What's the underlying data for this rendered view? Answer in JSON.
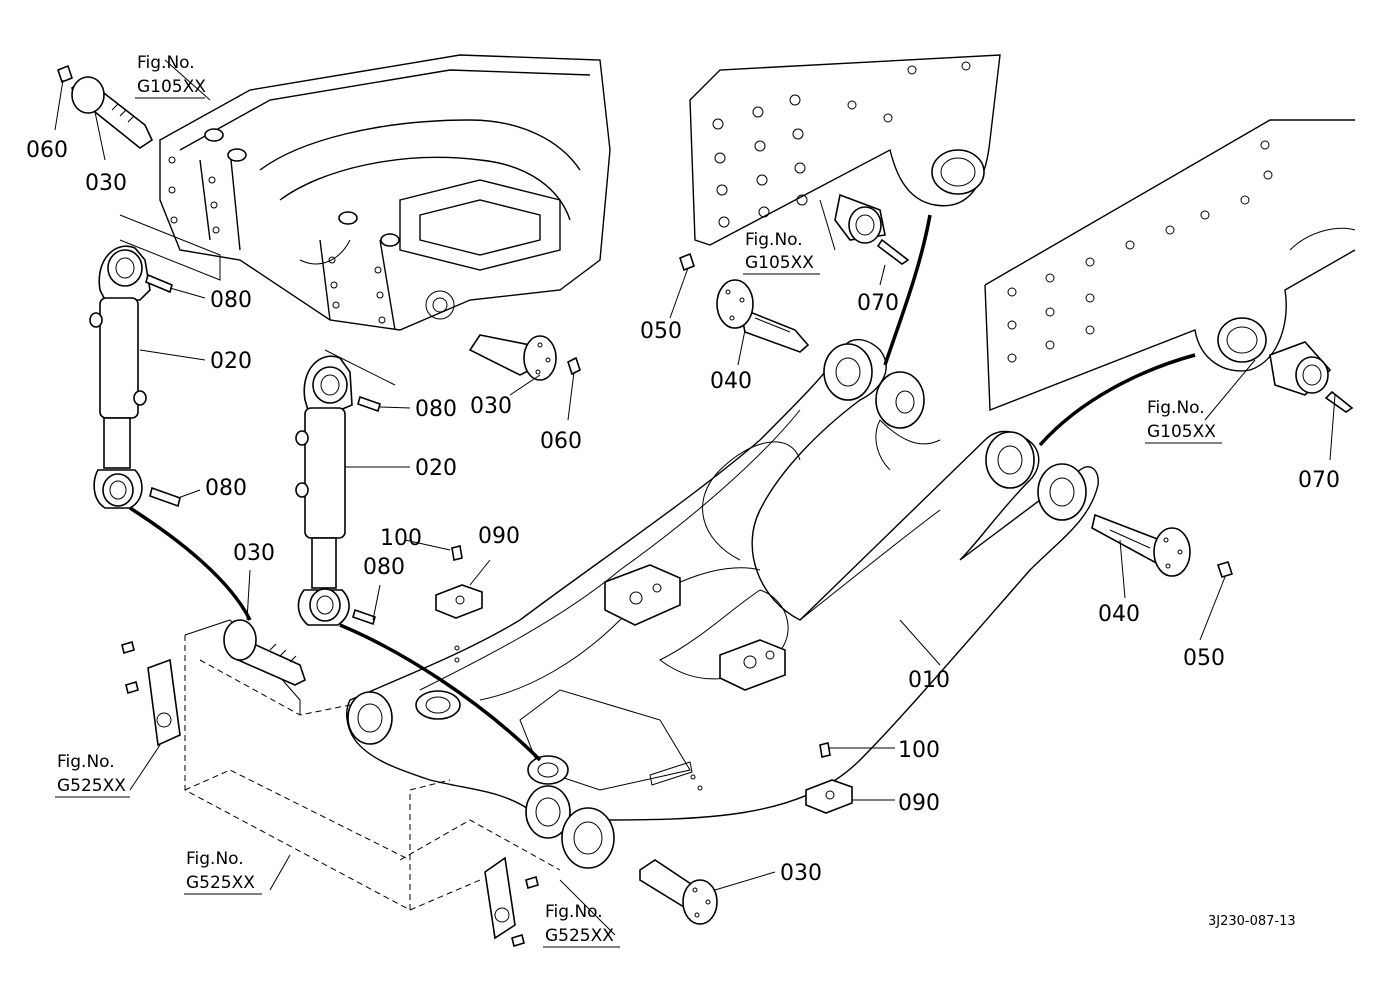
{
  "callouts": {
    "c060_top": "060",
    "c030_top": "030",
    "c080_a": "080",
    "c020_a": "020",
    "c080_b": "080",
    "c080_c": "080",
    "c030_mid": "030",
    "c060_mid": "060",
    "c020_b": "020",
    "c050_a": "050",
    "c040_a": "040",
    "c070_a": "070",
    "c070_b": "070",
    "c100_a": "100",
    "c090_a": "090",
    "c080_d": "080",
    "c030_left": "030",
    "c040_b": "040",
    "c050_b": "050",
    "c010": "010",
    "c100_b": "100",
    "c090_b": "090",
    "c030_bottom": "030"
  },
  "fig_refs": {
    "g105_top_left": {
      "line1": "Fig.No.",
      "line2": "G105XX"
    },
    "g105_center": {
      "line1": "Fig.No.",
      "line2": "G105XX"
    },
    "g105_right": {
      "line1": "Fig.No.",
      "line2": "G105XX"
    },
    "g525_left": {
      "line1": "Fig.No.",
      "line2": "G525XX"
    },
    "g525_bottom_left": {
      "line1": "Fig.No.",
      "line2": "G525XX"
    },
    "g525_bottom_center": {
      "line1": "Fig.No.",
      "line2": "G525XX"
    }
  },
  "drawing_code": "3J230-087-13"
}
